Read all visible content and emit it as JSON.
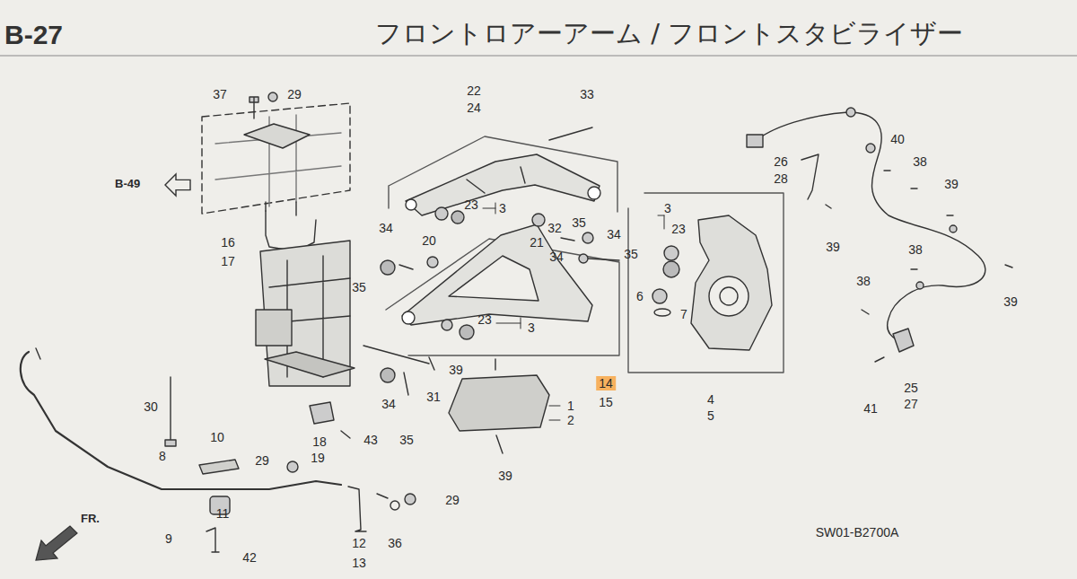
{
  "diagram": {
    "title": "フロントロアーアーム / フロントスタビライザー",
    "nodes": [
      {
        "text": [
          "B-49"
        ]
      },
      {
        "text": [
          "FR."
        ]
      }
    ],
    "labels": [
      "B-27",
      "37",
      "29",
      "22",
      "24",
      "33",
      "40",
      "26",
      "38",
      "28",
      "39",
      "23",
      "3",
      "3",
      "35",
      "34",
      "32",
      "23",
      "34",
      "20",
      "16",
      "21",
      "39",
      "38",
      "34",
      "35",
      "17",
      "38",
      "35",
      "6",
      "39",
      "7",
      "23",
      "3",
      "39",
      "14",
      "25",
      "31",
      "4",
      "15",
      "34",
      "27",
      "1",
      "30",
      "41",
      "2",
      "10",
      "43",
      "35",
      "18",
      "5",
      "8",
      "19",
      "29",
      "39",
      "29",
      "11",
      "SW01-B2700A",
      "9",
      "12",
      "36",
      "42",
      "13"
    ]
  }
}
